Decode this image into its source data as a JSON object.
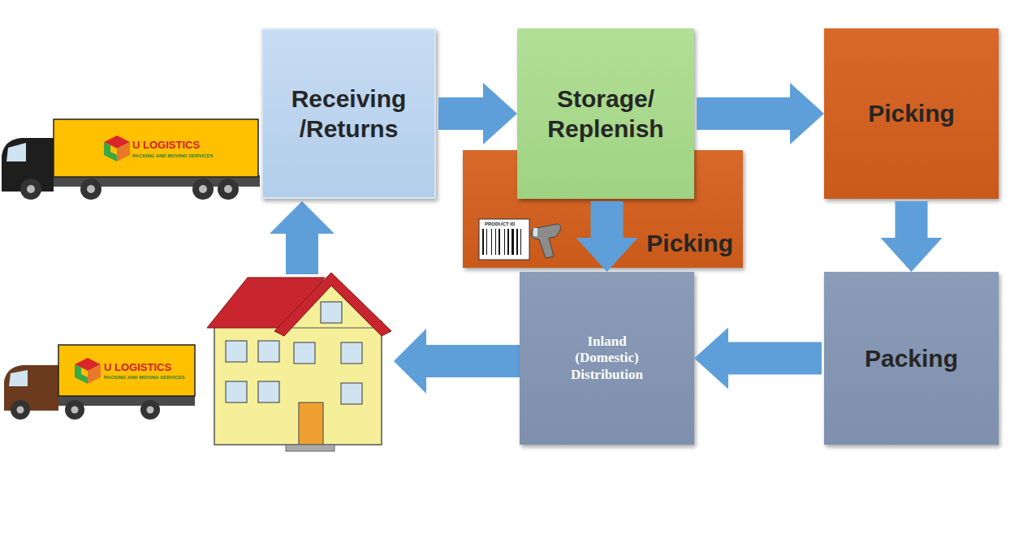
{
  "diagram": {
    "nodes": [
      {
        "text": [
          "Receiving /Returns"
        ]
      },
      {
        "text": [
          "Storage/ Replenish"
        ]
      },
      {
        "text": [
          "Picking"
        ]
      },
      {
        "text": [
          "Picking"
        ]
      },
      {
        "text": [
          "Packing"
        ]
      },
      {
        "text": [
          "Inland (Domestic) Distribution"
        ]
      }
    ],
    "edges": [
      {
        "from": 0,
        "to": 1,
        "arrow": "to"
      },
      {
        "from": 1,
        "to": 2,
        "arrow": "to"
      },
      {
        "from": 1,
        "to": 5,
        "arrow": "to"
      },
      {
        "from": 2,
        "to": 4,
        "arrow": "to"
      },
      {
        "from": 4,
        "to": 5,
        "arrow": "to"
      }
    ],
    "labels": [
      "U LOGISTICS",
      "PACKING AND MOVING SERVICES",
      "U LOGISTICS",
      "PACKING AND MOVING SERVICES",
      "PRODUCT ID"
    ]
  }
}
